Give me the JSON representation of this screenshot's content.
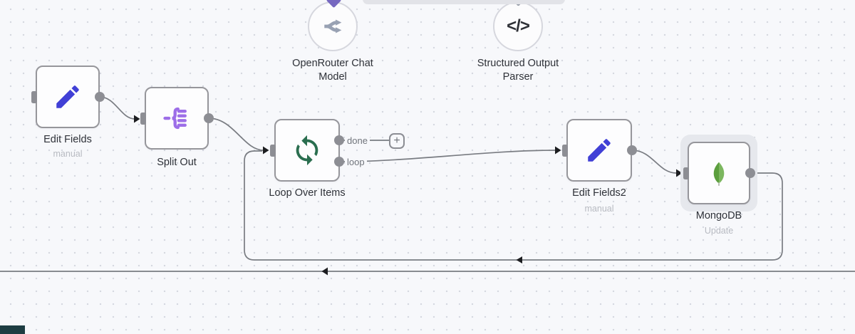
{
  "workflow": {
    "nodes": {
      "edit_fields": {
        "label": "Edit Fields",
        "sublabel": "manual"
      },
      "split_out": {
        "label": "Split Out"
      },
      "loop_over_items": {
        "label": "Loop Over Items",
        "outputs": {
          "done": "done",
          "loop": "loop"
        }
      },
      "openrouter_chat_model": {
        "label_line1": "OpenRouter Chat",
        "label_line2": "Model"
      },
      "structured_output_parser": {
        "label_line1": "Structured Output",
        "label_line2": "Parser",
        "icon_glyph": "</>"
      },
      "edit_fields2": {
        "label": "Edit Fields2",
        "sublabel": "manual"
      },
      "mongodb": {
        "label": "MongoDB",
        "sublabel": "Update",
        "selected": true
      }
    },
    "add_node_button_label": "+",
    "colors": {
      "canvas_bg": "#f7f8fb",
      "node_border": "#96969b",
      "connector_gray": "#8d8e94",
      "wire": "#797c82",
      "pencil_icon": "#4140d6",
      "split_icon": "#9d6ee8",
      "loop_icon": "#2a6e4f",
      "openrouter_icon": "#98a1b3",
      "parser_icon": "#2e3036",
      "mongodb_leaf_light": "#7cb75f",
      "mongodb_leaf_dark": "#5b9e3d",
      "ai_connector_diamond": "#7668c0",
      "selection_halo": "#e6e8ed"
    }
  }
}
